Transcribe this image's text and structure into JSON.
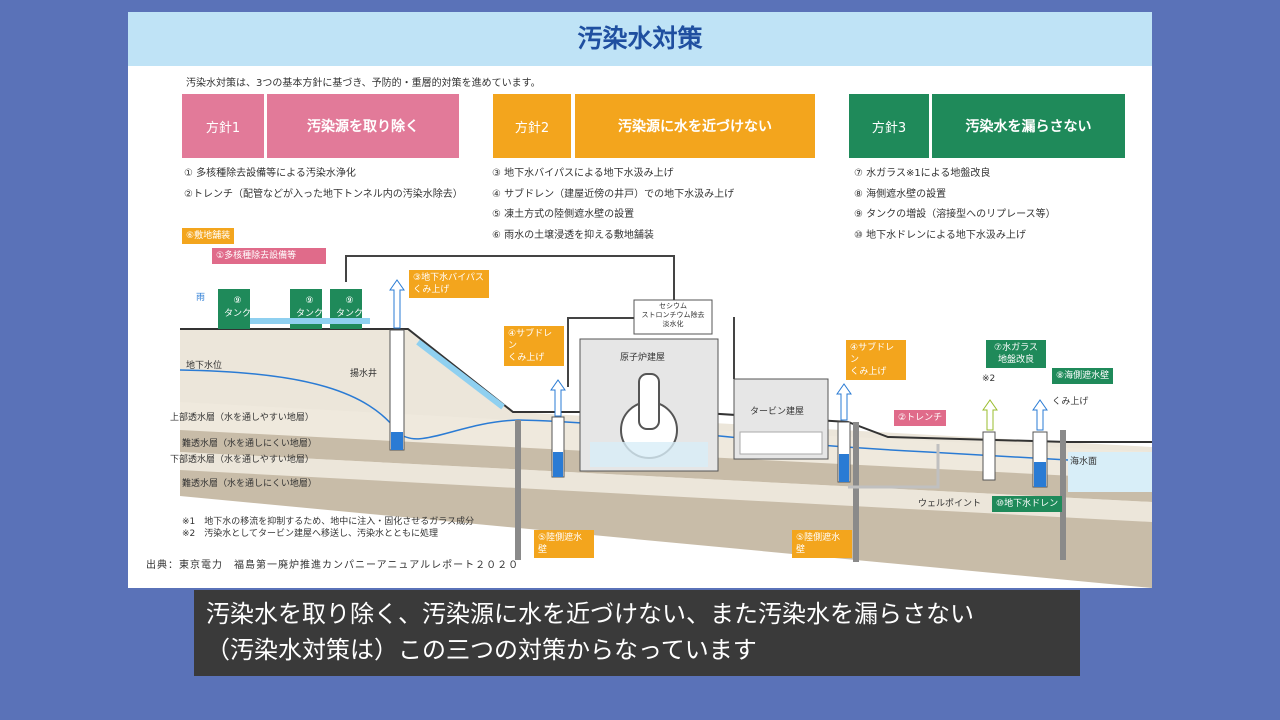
{
  "title": "汚染水対策",
  "intro": "汚染水対策は、3つの基本方針に基づき、予防的・重層的対策を進めています。",
  "policies": [
    {
      "label": "方針1",
      "name": "汚染源を取り除く",
      "color": "#e27a99",
      "measures": [
        "① 多核種除去設備等による汚染水浄化",
        "②トレンチ（配管などが入った地下トンネル内の汚染水除去）"
      ]
    },
    {
      "label": "方針2",
      "name": "汚染源に水を近づけない",
      "color": "#f3a51d",
      "measures": [
        "③ 地下水バイパスによる地下水汲み上げ",
        "④ サブドレン（建屋近傍の井戸）での地下水汲み上げ",
        "⑤ 凍土方式の陸側遮水壁の設置",
        "⑥ 雨水の土壌浸透を抑える敷地舗装"
      ]
    },
    {
      "label": "方針3",
      "name": "汚染水を漏らさない",
      "color": "#1f8a5a",
      "measures": [
        "⑦ 水ガラス※1による地盤改良",
        "⑧ 海側遮水壁の設置",
        "⑨ タンクの増設（溶接型へのリプレース等）",
        "⑩ 地下水ドレンによる地下水汲み上げ"
      ]
    }
  ],
  "diagram": {
    "pavement": "⑥敷地舗装",
    "alps": "①多核種除去設備等",
    "rain": "雨",
    "tank_num": "⑨",
    "tank": "タンク",
    "bypass": "③地下水バイパス\nくみ上げ",
    "cesium": "セシウム\nストロンチウム除去\n淡水化",
    "reactor": "原子炉建屋",
    "turbine": "タービン建屋",
    "subdrain": "④サブドレン\nくみ上げ",
    "groundwater_level": "地下水位",
    "pump_well": "揚水井",
    "layers": [
      "上部透水層（水を通しやすい地層）",
      "難透水層（水を通しにくい地層）",
      "下部透水層（水を通しやすい地層）",
      "難透水層（水を通しにくい地層）"
    ],
    "trench": "②トレンチ",
    "water_glass": "⑦水ガラス\n地盤改良",
    "note_mark": "※2",
    "seawall": "⑧海側遮水壁",
    "pump_up": "くみ上げ",
    "sea_level": "海水面",
    "well_point": "ウェルポイント",
    "gw_drain": "⑩地下水ドレン",
    "land_wall": "⑤陸側遮水\n壁",
    "notes": [
      "※1　地下水の移流を抑制するため、地中に注入・固化させるガラス成分",
      "※2　汚染水としてタービン建屋へ移送し、汚染水とともに処理"
    ]
  },
  "source": "出典：東京電力　福島第一廃炉推進カンパニーアニュアルレポート２０２０",
  "caption": [
    "汚染水を取り除く、汚染源に水を近づけない、また汚染水を漏らさない",
    "（汚染水対策は）この三つの対策からなっています"
  ],
  "colors": {
    "background": "#5a72b8",
    "title_bar": "#bfe3f6",
    "title_text": "#1f4fa0",
    "caption_bg": "#3a3a3a"
  }
}
